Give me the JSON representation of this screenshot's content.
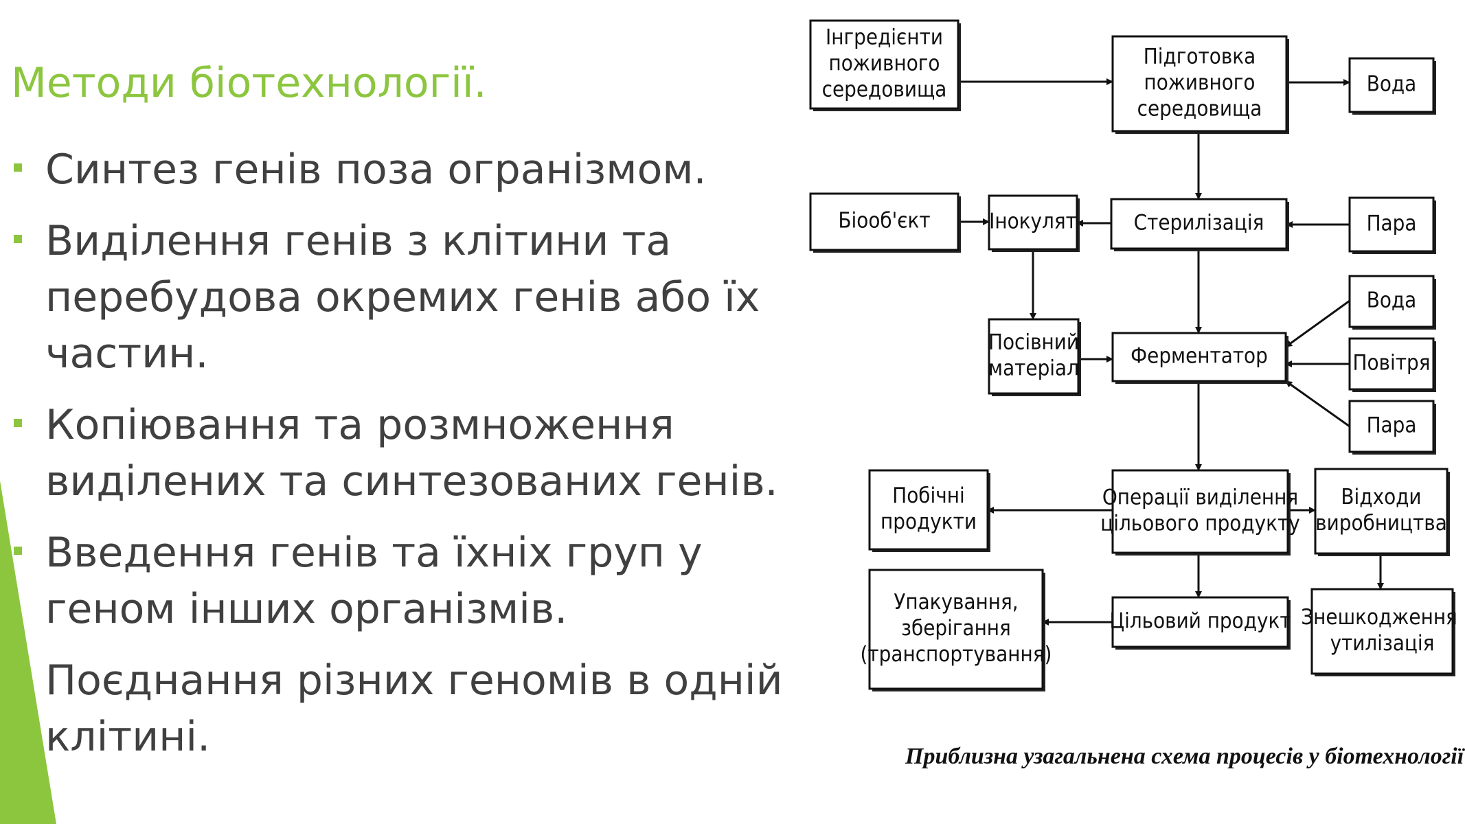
{
  "slide": {
    "title": "Методи біотехнології.",
    "accent_color": "#8cc63f",
    "text_color": "#404040",
    "bullets": [
      "Синтез генів поза огранізмом.",
      "Виділення генів з клітини та перебудова окремих генів або їх частин.",
      "Копіювання та розмноження виділених та синтезованих генів.",
      "Введення генів та їхніх груп у геном інших організмів.",
      "Поєднання різних геномів в одній клітині."
    ]
  },
  "diagram": {
    "caption": "Приблизна узагальнена схема процесів у біотехнології",
    "nodes": {
      "ingredients": [
        "Інгредієнти",
        "поживного",
        "середовища"
      ],
      "preparation": [
        "Підготовка",
        "поживного",
        "середовища"
      ],
      "water_top": [
        "Вода"
      ],
      "bioobject": [
        "Біооб'єкт"
      ],
      "inoculum": [
        "Інокулят"
      ],
      "sterilization": [
        "Стерилізація"
      ],
      "steam_top": [
        "Пара"
      ],
      "seed_material": [
        "Посівний",
        "матеріал"
      ],
      "fermenter": [
        "Ферментатор"
      ],
      "water_mid": [
        "Вода"
      ],
      "air": [
        "Повітря"
      ],
      "steam_mid": [
        "Пара"
      ],
      "byproducts": [
        "Побічні",
        "продукти"
      ],
      "isolation": [
        "Операції виділення",
        "цільового продукту"
      ],
      "waste": [
        "Відходи",
        "виробництва"
      ],
      "packaging": [
        "Упакування,",
        "зберігання",
        "(транспортування)"
      ],
      "target_product": [
        "Цільовий продукт"
      ],
      "neutralization": [
        "Знешкодження,",
        "утилізація"
      ]
    }
  }
}
